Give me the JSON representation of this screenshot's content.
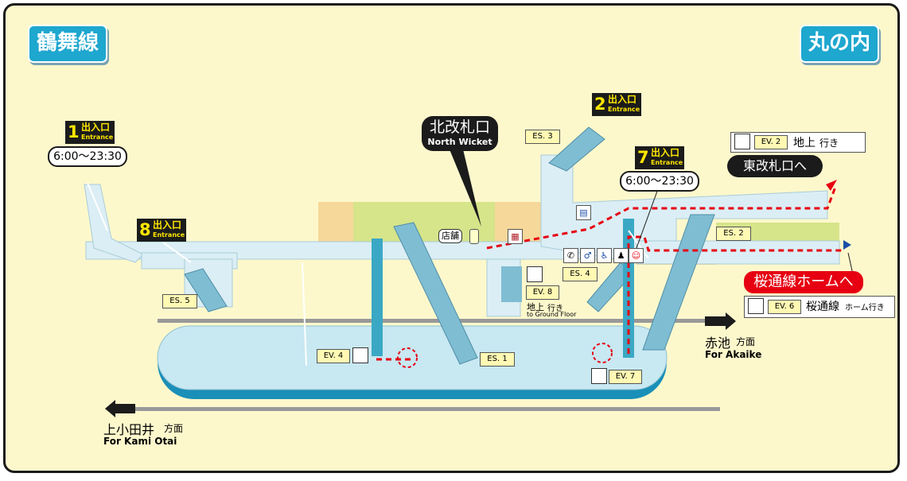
{
  "lines": {
    "left": "鶴舞線",
    "right": "丸の内"
  },
  "exits": {
    "e1": {
      "num": "1",
      "label": "出入口",
      "en": "Entrance",
      "hours": "6:00〜23:30"
    },
    "e2": {
      "num": "2",
      "label": "出入口",
      "en": "Entrance"
    },
    "e7": {
      "num": "7",
      "label": "出入口",
      "en": "Entrance",
      "hours": "6:00〜23:30"
    },
    "e8": {
      "num": "8",
      "label": "出入口",
      "en": "Entrance"
    }
  },
  "north_wicket": {
    "jp": "北改札口",
    "en": "North Wicket"
  },
  "shop": "店舗",
  "escalators": {
    "es1": "ES. 1",
    "es2": "ES. 2",
    "es3": "ES. 3",
    "es4": "ES. 4",
    "es5": "ES. 5"
  },
  "elevators": {
    "ev2": {
      "label": "EV. 2",
      "dest": "地上",
      "suffix": "行き"
    },
    "ev4": "EV. 4",
    "ev6": {
      "label": "EV. 6",
      "dest": "桜通線",
      "suffix": "ホーム行き"
    },
    "ev7": "EV. 7",
    "ev8": {
      "label": "EV. 8",
      "dest": "地上",
      "suffix": "行き",
      "en": "to Ground Floor"
    }
  },
  "east_wicket": "東改札口へ",
  "sakura_platform": "桜通線ホームへ",
  "directions": {
    "akaike": {
      "jp": "赤池",
      "suffix": "方面",
      "en": "For Akaike"
    },
    "kamiotai": {
      "jp": "上小田井",
      "suffix": "方面",
      "en": "For Kami Otai"
    }
  },
  "icons": [
    "elevator-icon",
    "phone-icon",
    "restroom-icon",
    "accessible-restroom-icon",
    "family-restroom-icon",
    "baby-icon",
    "atm-icon",
    "ticket-machine-icon",
    "locker-icon"
  ],
  "colors": {
    "line_badge": "#1ea7cf",
    "route": "#e60012",
    "platform": "#c8e8f2",
    "concourse": "#dbeef5",
    "wicket_green": "#d6e48a",
    "wicket_orange": "#f6d89a"
  }
}
